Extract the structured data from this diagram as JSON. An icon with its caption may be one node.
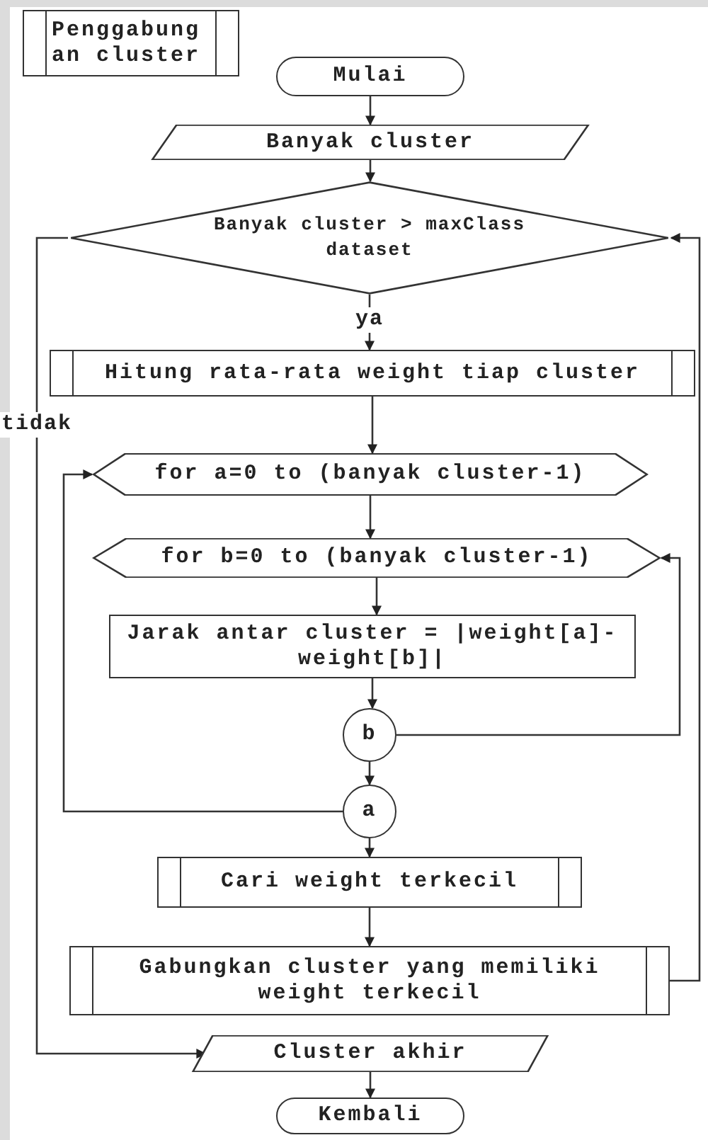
{
  "diagram": {
    "nodes": [
      {
        "text": [
          "Penggabungan cluster"
        ]
      },
      {
        "text": [
          "Mulai"
        ]
      },
      {
        "text": [
          "Banyak cluster"
        ]
      },
      {
        "text": [
          "Banyak cluster > maxClass dataset"
        ]
      },
      {
        "text": [
          "Hitung rata-rata weight tiap cluster"
        ]
      },
      {
        "text": [
          "for a=0 to (banyak cluster-1)"
        ]
      },
      {
        "text": [
          "for b=0 to (banyak cluster-1)"
        ]
      },
      {
        "text": [
          "Jarak antar cluster = |weight[a]-weight[b]|"
        ]
      },
      {
        "text": [
          "b"
        ]
      },
      {
        "text": [
          "a"
        ]
      },
      {
        "text": [
          "Cari weight terkecil"
        ]
      },
      {
        "text": [
          "Gabungkan cluster yang memiliki weight terkecil"
        ]
      },
      {
        "text": [
          "Cluster akhir"
        ]
      },
      {
        "text": [
          "Kembali"
        ]
      }
    ],
    "edges": [
      {
        "from": 1,
        "to": 2,
        "arrow": "to"
      },
      {
        "from": 2,
        "to": 3,
        "arrow": "to"
      },
      {
        "from": 3,
        "to": 4,
        "arrow": "to",
        "label": "ya"
      },
      {
        "from": 3,
        "to": 12,
        "arrow": "to",
        "label": "tidak"
      },
      {
        "from": 4,
        "to": 5,
        "arrow": "to"
      },
      {
        "from": 5,
        "to": 6,
        "arrow": "to"
      },
      {
        "from": 6,
        "to": 7,
        "arrow": "to"
      },
      {
        "from": 7,
        "to": 8,
        "arrow": "to"
      },
      {
        "from": 8,
        "to": 6,
        "arrow": "to"
      },
      {
        "from": 8,
        "to": 9,
        "arrow": "to"
      },
      {
        "from": 9,
        "to": 5,
        "arrow": "to"
      },
      {
        "from": 9,
        "to": 10,
        "arrow": "to"
      },
      {
        "from": 10,
        "to": 11,
        "arrow": "to"
      },
      {
        "from": 11,
        "to": 3,
        "arrow": "to"
      },
      {
        "from": 12,
        "to": 13,
        "arrow": "to"
      }
    ]
  }
}
